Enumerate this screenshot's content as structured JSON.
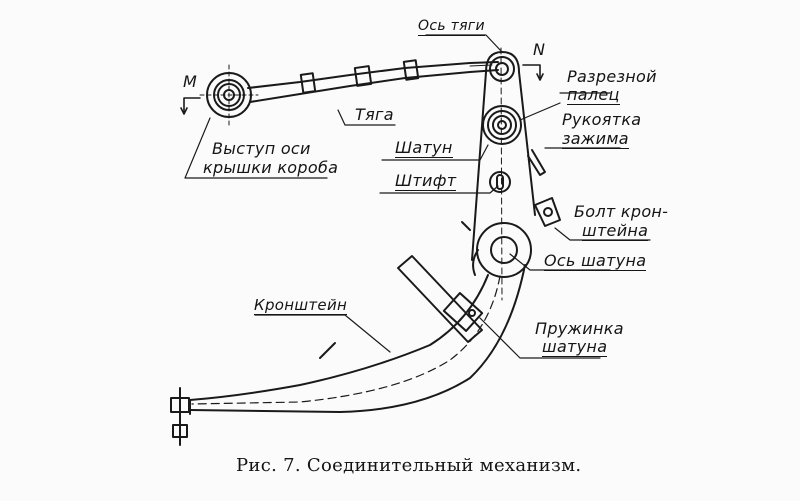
{
  "figure": {
    "caption": "Рис. 7. Соединительный механизм.",
    "markers": {
      "m": "M",
      "n": "N"
    },
    "labels": {
      "os_tyagi": "Ось тяги",
      "razreznoy_line1": "Разрезной",
      "razreznoy_line2": "палец",
      "rukoyatka_line1": "Рукоятка",
      "rukoyatka_line2": "зажима",
      "tyaga": "Тяга",
      "shatun": "Шатун",
      "vystup_line1": "Выступ оси",
      "vystup_line2": "крышки короба",
      "shtift": "Штифт",
      "bolt_line1": "Болт крон-",
      "bolt_line2": "штейна",
      "os_shatuna": "Ось шатуна",
      "kronshteyn": "Кронштейн",
      "pruzhinka_line1": "Пружинка",
      "pruzhinka_line2": "шатуна"
    }
  }
}
